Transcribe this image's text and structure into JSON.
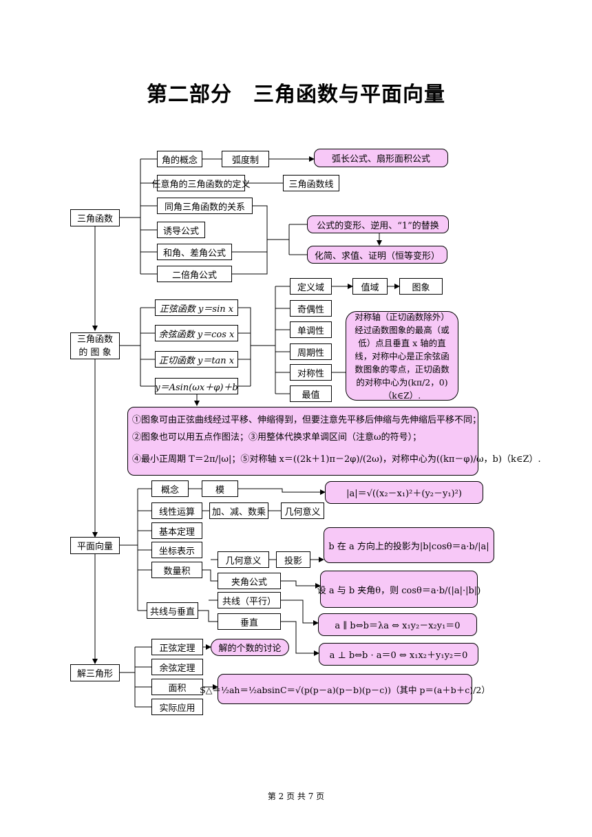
{
  "page": {
    "title": "第二部分　三角函数与平面向量",
    "footer": "第 2 页 共 7 页"
  },
  "sections": {
    "trig": {
      "label": "三角函数",
      "items": {
        "angle_concept": "角的概念",
        "radian": "弧度制",
        "arc_formula": "弧长公式、扇形面积公式",
        "arbitrary_def": "任意角的三角函数的定义",
        "trig_lines": "三角函数线",
        "same_angle": "同角三角函数的关系",
        "induction": "诱导公式",
        "sum_diff": "和角、差角公式",
        "double": "二倍角公式",
        "transform": "公式的变形、逆用、“1”的替换",
        "simplify": "化简、求值、证明（恒等变形）"
      }
    },
    "graph": {
      "label": "三角函数\n的 图 象",
      "items": {
        "sin": "正弦函数 y＝sin x",
        "cos": "余弦函数 y＝cos x",
        "tan": "正切函数 y＝tan x",
        "general": "y＝Asin(ωx＋φ)＋b",
        "domain": "定义域",
        "range": "值域",
        "image": "图象",
        "parity": "奇偶性",
        "monotonic": "单调性",
        "period": "周期性",
        "symmetry": "对称性",
        "extremum": "最值",
        "sym_note": "对称轴（正切函数除外）经过函数图象的最高（或低）点且垂直 x 轴的直线，对称中心是正余弦函数图象的零点，正切函数的对称中心为(kπ/2，0)（k∈Z）."
      },
      "notes": [
        "①图象可由正弦曲线经过平移、伸缩得到，但要注意先平移后伸缩与先伸缩后平移不同；",
        "②图象也可以用五点作图法；③用整体代换求单调区间（注意ω的符号）；",
        "④最小正周期 T＝2π/|ω|；⑤对称轴 x＝((2k＋1)π－2φ)/(2ω)，对称中心为((kπ－φ)/ω，b)（k∈Z）."
      ]
    },
    "vector": {
      "label": "平面向量",
      "items": {
        "concept": "概念",
        "modulus": "模",
        "modulus_formula": "|a|＝√((x₂－x₁)²＋(y₂－y₁)²)",
        "linear": "线性运算",
        "ops": "加、减、数乘",
        "geo": "几何意义",
        "basic": "基本定理",
        "coord": "坐标表示",
        "dot": "数量积",
        "geo2": "几何意义",
        "proj": "投影",
        "proj_formula": "b 在 a 方向上的投影为|b|cosθ＝a·b/|a|",
        "angle": "夹角公式",
        "angle_formula": "设 a 与 b 夹角θ，则 cosθ＝a·b/(|a|·|b|)",
        "col_perp": "共线与垂直",
        "parallel": "共线（平行）",
        "perp": "垂直",
        "parallel_formula": "a ∥ b⇔b＝λa ⇔ x₁y₂－x₂y₁＝0",
        "perp_formula": "a ⊥ b⇔b · a＝0 ⇔ x₁x₂＋y₁y₂＝0"
      }
    },
    "solve": {
      "label": "解三角形",
      "items": {
        "sine_law": "正弦定理",
        "solution_count": "解的个数的讨论",
        "cosine_law": "余弦定理",
        "area": "面积",
        "area_formula": "S△＝½ah＝½absinC＝√(p(p－a)(p－b)(p－c))（其中 p＝(a＋b＋c)/2）",
        "application": "实际应用"
      }
    }
  },
  "colors": {
    "highlight": "#f7c8f7",
    "line": "#000000"
  }
}
